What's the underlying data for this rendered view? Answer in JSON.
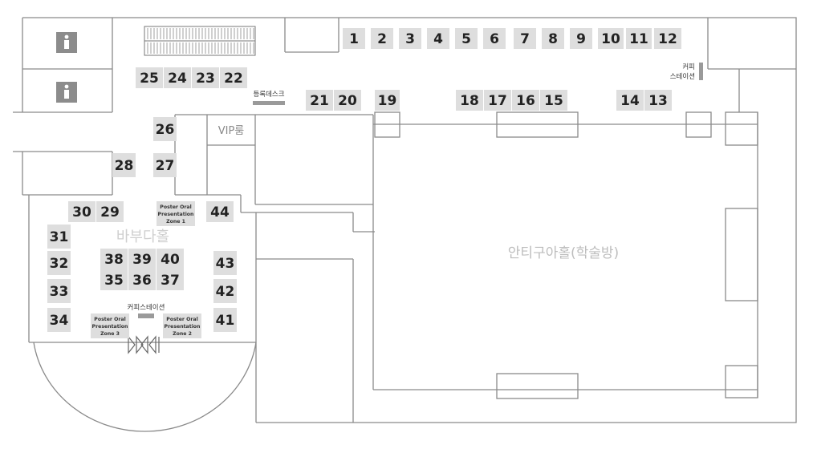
{
  "booths": [
    {
      "number": "1"
    },
    {
      "number": "2"
    },
    {
      "number": "3"
    },
    {
      "number": "4"
    },
    {
      "number": "5"
    },
    {
      "number": "6"
    },
    {
      "number": "7"
    },
    {
      "number": "8"
    },
    {
      "number": "9"
    },
    {
      "number": "10"
    },
    {
      "number": "11"
    },
    {
      "number": "12"
    },
    {
      "number": "13"
    },
    {
      "number": "14"
    },
    {
      "number": "15"
    },
    {
      "number": "16"
    },
    {
      "number": "17"
    },
    {
      "number": "18"
    },
    {
      "number": "19"
    },
    {
      "number": "20"
    },
    {
      "number": "21"
    },
    {
      "number": "22"
    },
    {
      "number": "23"
    },
    {
      "number": "24"
    },
    {
      "number": "25"
    },
    {
      "number": "26"
    },
    {
      "number": "27"
    },
    {
      "number": "28"
    },
    {
      "number": "29"
    },
    {
      "number": "30"
    },
    {
      "number": "31"
    },
    {
      "number": "32"
    },
    {
      "number": "33"
    },
    {
      "number": "34"
    },
    {
      "number": "35"
    },
    {
      "number": "36"
    },
    {
      "number": "37"
    },
    {
      "number": "38"
    },
    {
      "number": "39"
    },
    {
      "number": "40"
    },
    {
      "number": "41"
    },
    {
      "number": "42"
    },
    {
      "number": "43"
    },
    {
      "number": "44"
    }
  ],
  "zones": {
    "zone1": {
      "line1": "Poster Oral",
      "line2": "Presentation",
      "line3": "Zone 1"
    },
    "zone2": {
      "line1": "Poster Oral",
      "line2": "Presentation",
      "line3": "Zone 2"
    },
    "zone3": {
      "line1": "Poster Oral",
      "line2": "Presentation",
      "line3": "Zone 3"
    }
  },
  "labels": {
    "registration_desk": "등록데스크",
    "vip_room": "VIP룸",
    "coffee_station_top_line1": "커피",
    "coffee_station_top_line2": "스테이션",
    "coffee_station_bottom": "커피스테이션",
    "hall_babuda": "바부다홀",
    "hall_antigua": "안티구아홀(학술방)"
  },
  "icons": [
    "restroom-icon",
    "restroom-icon",
    "escalator-icon",
    "door-icon"
  ],
  "colors": {
    "booth": "#dedede",
    "wall": "#8a8a8a",
    "text": "#222222"
  }
}
